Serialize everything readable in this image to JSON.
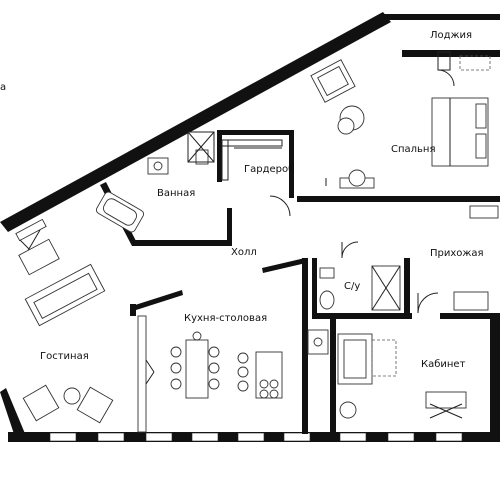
{
  "plan": {
    "rooms": {
      "loggia": "Лоджия",
      "bedroom": "Спальня",
      "wardrobe": "Гардероб",
      "bathroom": "Ванная",
      "hall": "Холл",
      "entry": "Прихожая",
      "wc": "С/у",
      "kitchen": "Кухня-столовая",
      "living": "Гостиная",
      "study": "Кабинет"
    },
    "edge_fragment": "a"
  }
}
